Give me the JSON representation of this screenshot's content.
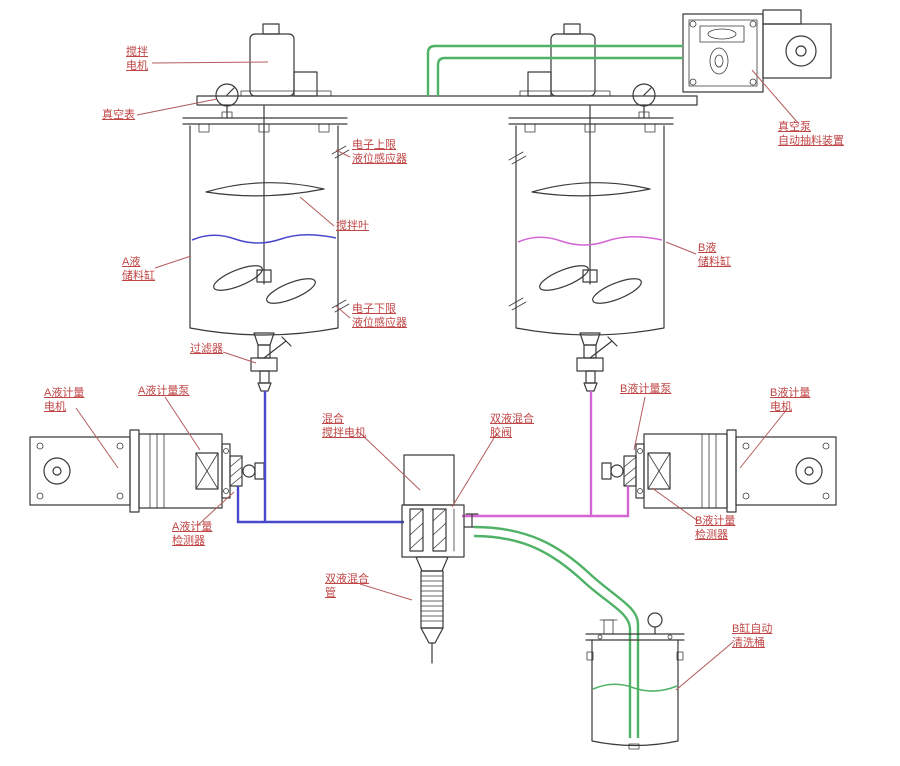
{
  "diagram": {
    "description": "Two-component (A/B) liquid mixing and dispensing system schematic"
  },
  "colors": {
    "line": "#3a3a3a",
    "label": "#c04545",
    "leader": "#b35c5c",
    "tube_a": "#4848cc",
    "tube_b": "#d466d4",
    "tube_green": "#4fb266"
  },
  "labels": {
    "stir_motor": {
      "lines": [
        "搅拌",
        "电机"
      ]
    },
    "vacuum_gauge": {
      "lines": [
        "真空表"
      ]
    },
    "upper_level_sensor": {
      "lines": [
        "电子上限",
        "液位感应器"
      ]
    },
    "stir_blade": {
      "lines": [
        "搅拌叶"
      ]
    },
    "tank_a": {
      "lines": [
        "A液",
        "储料缸"
      ]
    },
    "lower_level_sensor": {
      "lines": [
        "电子下限",
        "液位感应器"
      ]
    },
    "filter": {
      "lines": [
        "过滤器"
      ]
    },
    "vacuum_pump": {
      "lines": [
        "真空泵",
        "自动抽料装置"
      ]
    },
    "tank_b": {
      "lines": [
        "B液",
        "储料缸"
      ]
    },
    "metering_motor_a": {
      "lines": [
        "A液计量",
        "电机"
      ]
    },
    "metering_pump_a": {
      "lines": [
        "A液计量泵"
      ]
    },
    "mix_motor": {
      "lines": [
        "混合",
        "搅拌电机"
      ]
    },
    "mix_valve": {
      "lines": [
        "双液混合",
        "胶阀"
      ]
    },
    "metering_pump_b": {
      "lines": [
        "B液计量泵"
      ]
    },
    "metering_motor_b": {
      "lines": [
        "B液计量",
        "电机"
      ]
    },
    "metering_detector_a": {
      "lines": [
        "A液计量",
        "检测器"
      ]
    },
    "metering_detector_b": {
      "lines": [
        "B液计量",
        "检测器"
      ]
    },
    "mix_tube": {
      "lines": [
        "双液混合",
        "管"
      ]
    },
    "cleaning_barrel": {
      "lines": [
        "B缸自动",
        "清洗桶"
      ]
    }
  }
}
